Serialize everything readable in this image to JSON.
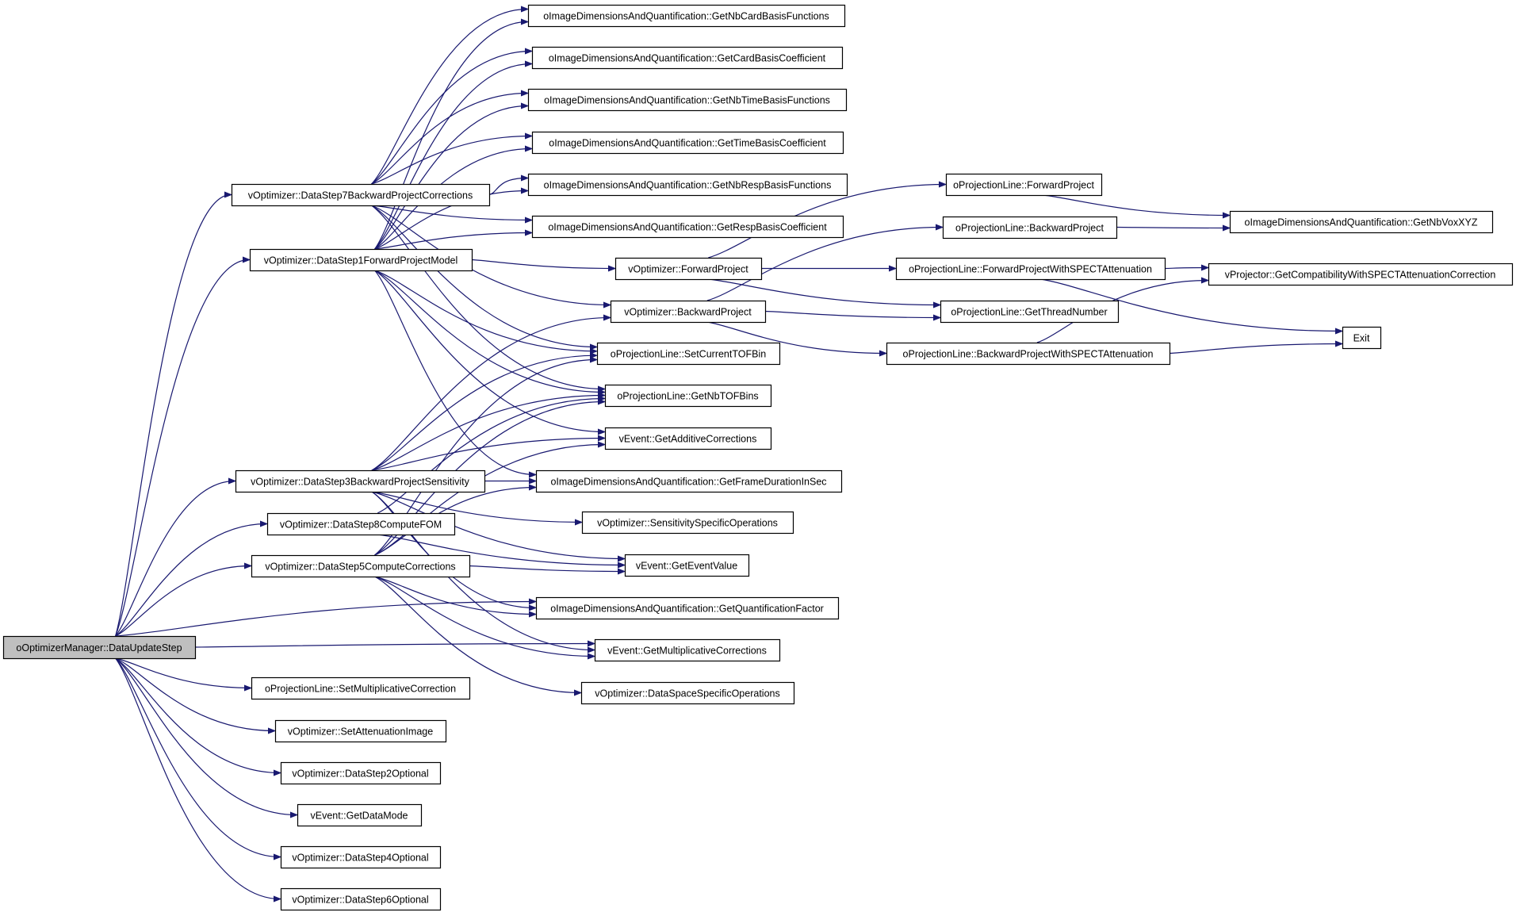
{
  "graph": {
    "edge_color": "#191970",
    "root_fill": "#bfbfbf",
    "nodes": [
      {
        "id": "root",
        "label": "oOptimizerManager::DataUpdateStep",
        "root": true
      },
      {
        "id": "ds7",
        "label": "vOptimizer::DataStep7BackwardProjectCorrections"
      },
      {
        "id": "ds1",
        "label": "vOptimizer::DataStep1ForwardProjectModel"
      },
      {
        "id": "ds3",
        "label": "vOptimizer::DataStep3BackwardProjectSensitivity"
      },
      {
        "id": "ds8",
        "label": "vOptimizer::DataStep8ComputeFOM"
      },
      {
        "id": "ds5",
        "label": "vOptimizer::DataStep5ComputeCorrections"
      },
      {
        "id": "setmult",
        "label": "oProjectionLine::SetMultiplicativeCorrection"
      },
      {
        "id": "setatt",
        "label": "vOptimizer::SetAttenuationImage"
      },
      {
        "id": "ds2",
        "label": "vOptimizer::DataStep2Optional"
      },
      {
        "id": "getdatamode",
        "label": "vEvent::GetDataMode"
      },
      {
        "id": "ds4",
        "label": "vOptimizer::DataStep4Optional"
      },
      {
        "id": "ds6",
        "label": "vOptimizer::DataStep6Optional"
      },
      {
        "id": "nbcard",
        "label": "oImageDimensionsAndQuantification::GetNbCardBasisFunctions"
      },
      {
        "id": "cardcoef",
        "label": "oImageDimensionsAndQuantification::GetCardBasisCoefficient"
      },
      {
        "id": "nbtime",
        "label": "oImageDimensionsAndQuantification::GetNbTimeBasisFunctions"
      },
      {
        "id": "timecoef",
        "label": "oImageDimensionsAndQuantification::GetTimeBasisCoefficient"
      },
      {
        "id": "nbresp",
        "label": "oImageDimensionsAndQuantification::GetNbRespBasisFunctions"
      },
      {
        "id": "respcoef",
        "label": "oImageDimensionsAndQuantification::GetRespBasisCoefficient"
      },
      {
        "id": "fwdproj",
        "label": "vOptimizer::ForwardProject"
      },
      {
        "id": "bwdproj",
        "label": "vOptimizer::BackwardProject"
      },
      {
        "id": "settof",
        "label": "oProjectionLine::SetCurrentTOFBin"
      },
      {
        "id": "nbtof",
        "label": "oProjectionLine::GetNbTOFBins"
      },
      {
        "id": "addcorr",
        "label": "vEvent::GetAdditiveCorrections"
      },
      {
        "id": "framedur",
        "label": "oImageDimensionsAndQuantification::GetFrameDurationInSec"
      },
      {
        "id": "sensops",
        "label": "vOptimizer::SensitivitySpecificOperations"
      },
      {
        "id": "evtval",
        "label": "vEvent::GetEventValue"
      },
      {
        "id": "quantfac",
        "label": "oImageDimensionsAndQuantification::GetQuantificationFactor"
      },
      {
        "id": "multcorr",
        "label": "vEvent::GetMultiplicativeCorrections"
      },
      {
        "id": "dsops",
        "label": "vOptimizer::DataSpaceSpecificOperations"
      },
      {
        "id": "plfwd",
        "label": "oProjectionLine::ForwardProject"
      },
      {
        "id": "plbwd",
        "label": "oProjectionLine::BackwardProject"
      },
      {
        "id": "plfwdspect",
        "label": "oProjectionLine::ForwardProjectWithSPECTAttenuation"
      },
      {
        "id": "plthread",
        "label": "oProjectionLine::GetThreadNumber"
      },
      {
        "id": "plbwdspect",
        "label": "oProjectionLine::BackwardProjectWithSPECTAttenuation"
      },
      {
        "id": "nbvox",
        "label": "oImageDimensionsAndQuantification::GetNbVoxXYZ"
      },
      {
        "id": "compat",
        "label": "vProjector::GetCompatibilityWithSPECTAttenuationCorrection"
      },
      {
        "id": "exit",
        "label": "Exit"
      }
    ],
    "edges": [
      [
        "root",
        "ds7"
      ],
      [
        "root",
        "ds1"
      ],
      [
        "root",
        "ds3"
      ],
      [
        "root",
        "ds8"
      ],
      [
        "root",
        "ds5"
      ],
      [
        "root",
        "quantfac"
      ],
      [
        "root",
        "multcorr"
      ],
      [
        "root",
        "setmult"
      ],
      [
        "root",
        "setatt"
      ],
      [
        "root",
        "ds2"
      ],
      [
        "root",
        "getdatamode"
      ],
      [
        "root",
        "ds4"
      ],
      [
        "root",
        "ds6"
      ],
      [
        "ds7",
        "nbcard"
      ],
      [
        "ds7",
        "cardcoef"
      ],
      [
        "ds7",
        "nbtime"
      ],
      [
        "ds7",
        "timecoef"
      ],
      [
        "ds7",
        "nbresp"
      ],
      [
        "ds7",
        "respcoef"
      ],
      [
        "ds7",
        "bwdproj"
      ],
      [
        "ds7",
        "settof"
      ],
      [
        "ds7",
        "nbtof"
      ],
      [
        "ds1",
        "nbcard"
      ],
      [
        "ds1",
        "cardcoef"
      ],
      [
        "ds1",
        "nbtime"
      ],
      [
        "ds1",
        "timecoef"
      ],
      [
        "ds1",
        "nbresp"
      ],
      [
        "ds1",
        "respcoef"
      ],
      [
        "ds1",
        "fwdproj"
      ],
      [
        "ds1",
        "settof"
      ],
      [
        "ds1",
        "nbtof"
      ],
      [
        "ds1",
        "addcorr"
      ],
      [
        "ds1",
        "framedur"
      ],
      [
        "ds3",
        "bwdproj"
      ],
      [
        "ds3",
        "settof"
      ],
      [
        "ds3",
        "nbtof"
      ],
      [
        "ds3",
        "addcorr"
      ],
      [
        "ds3",
        "framedur"
      ],
      [
        "ds3",
        "sensops"
      ],
      [
        "ds3",
        "evtval"
      ],
      [
        "ds3",
        "quantfac"
      ],
      [
        "ds3",
        "multcorr"
      ],
      [
        "ds8",
        "nbtof"
      ],
      [
        "ds8",
        "evtval"
      ],
      [
        "ds5",
        "settof"
      ],
      [
        "ds5",
        "nbtof"
      ],
      [
        "ds5",
        "addcorr"
      ],
      [
        "ds5",
        "framedur"
      ],
      [
        "ds5",
        "evtval"
      ],
      [
        "ds5",
        "quantfac"
      ],
      [
        "ds5",
        "multcorr"
      ],
      [
        "ds5",
        "dsops"
      ],
      [
        "fwdproj",
        "plfwd"
      ],
      [
        "fwdproj",
        "plfwdspect"
      ],
      [
        "fwdproj",
        "plthread"
      ],
      [
        "bwdproj",
        "plbwd"
      ],
      [
        "bwdproj",
        "plthread"
      ],
      [
        "bwdproj",
        "plbwdspect"
      ],
      [
        "plfwd",
        "nbvox"
      ],
      [
        "plbwd",
        "nbvox"
      ],
      [
        "plfwdspect",
        "compat"
      ],
      [
        "plfwdspect",
        "exit"
      ],
      [
        "plbwdspect",
        "compat"
      ],
      [
        "plbwdspect",
        "exit"
      ]
    ]
  }
}
